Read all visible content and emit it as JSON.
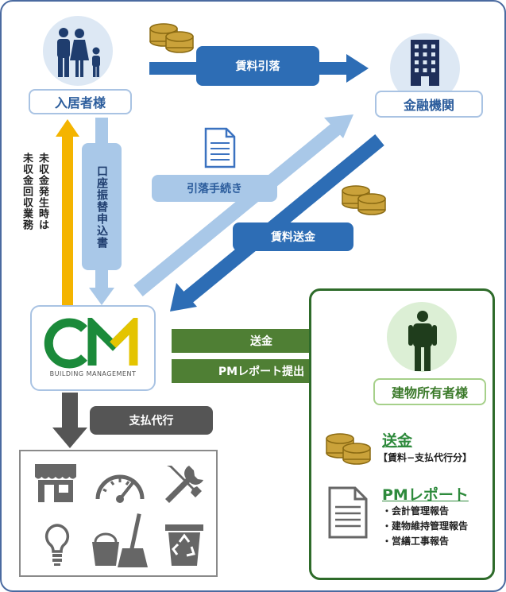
{
  "nodes": {
    "tenant": "入居者様",
    "bank": "金融機関",
    "owner": "建物所有者様"
  },
  "flows": {
    "rent_debit": "賃料引落",
    "debit_procedure": "引落手続き",
    "rent_remittance": "賃料送金",
    "account_transfer_application": "口座振替申込書",
    "collection_line1": "未収金発生時は",
    "collection_line2": "未収金回収業務",
    "remittance": "送金",
    "pm_report_submit": "PMレポート提出",
    "payment_agency": "支払代行"
  },
  "company": {
    "logo_text": "CM",
    "subtitle": "BUILDING MANAGEMENT"
  },
  "owner_panel": {
    "remittance_title": "送金",
    "remittance_note": "【賃料−支払代行分】",
    "report_title": "PMレポート",
    "report_items": [
      "・会計管理報告",
      "・建物維持管理報告",
      "・営繕工事報告"
    ]
  },
  "colors": {
    "dark_blue": "#2d6db5",
    "light_blue": "#a9c8e8",
    "green_arrow": "#4f7f34",
    "yellow": "#f4b400",
    "gray": "#555555"
  },
  "icons": [
    "family-icon",
    "coins-icon",
    "bank-building-icon",
    "document-icon",
    "person-icon",
    "shop-icon",
    "gauge-icon",
    "tools-icon",
    "lightbulb-icon",
    "cleaning-icon",
    "recycle-bin-icon"
  ]
}
